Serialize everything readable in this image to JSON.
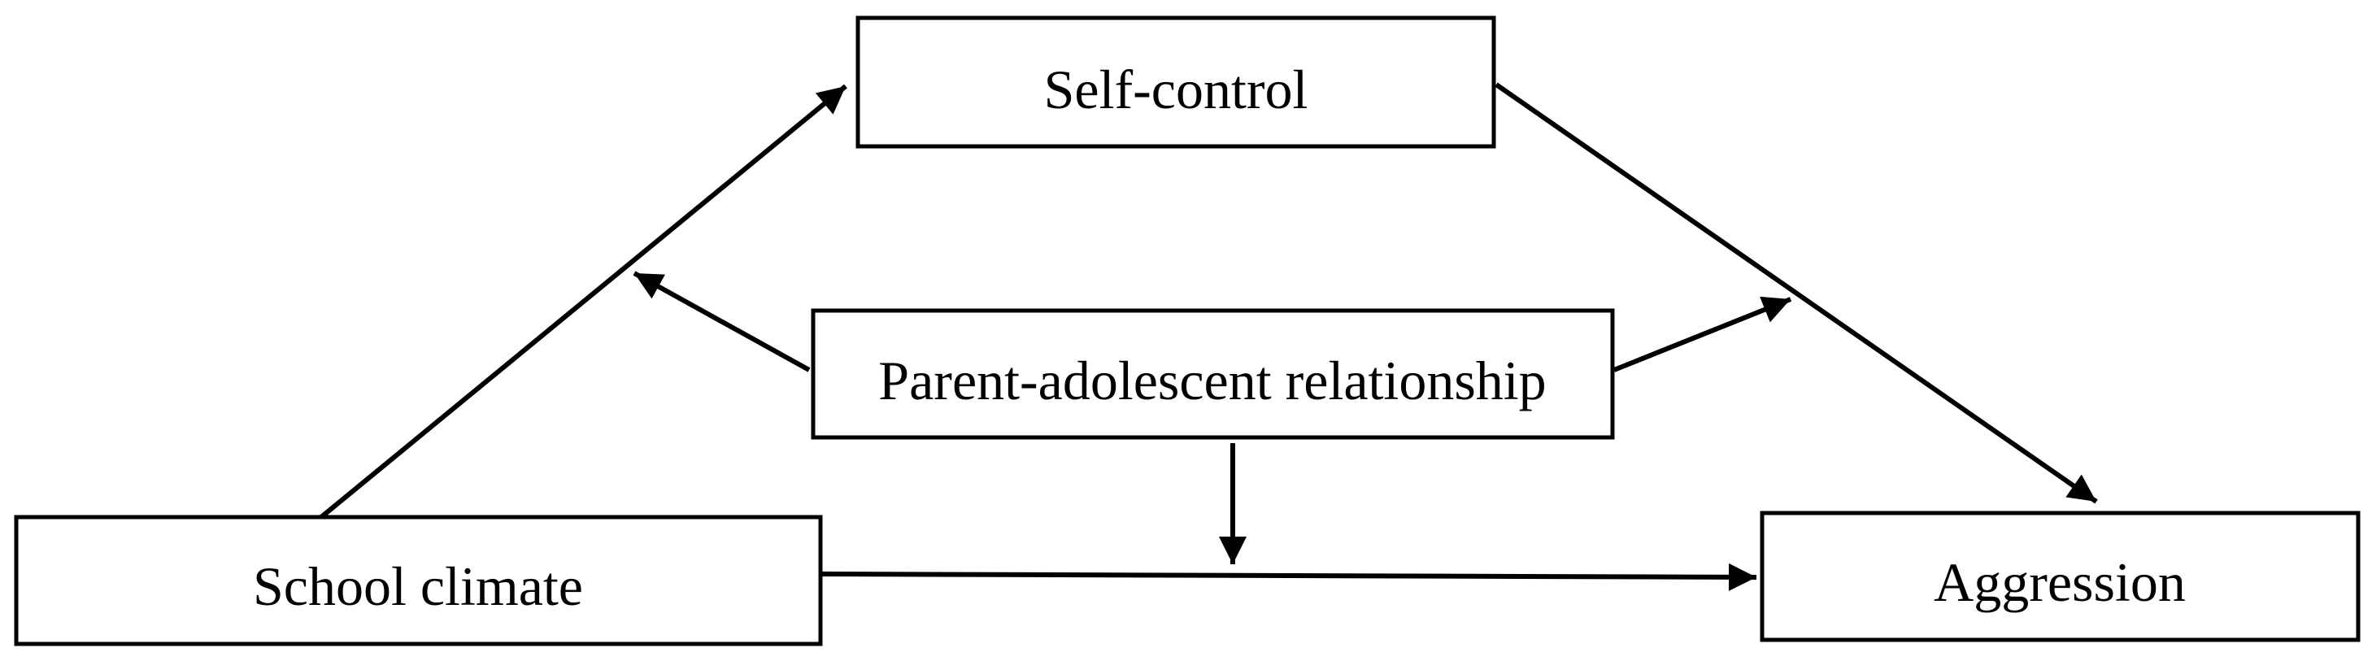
{
  "diagram": {
    "nodes": {
      "self_control": {
        "label": "Self-control"
      },
      "moderator": {
        "label": "Parent-adolescent relationship"
      },
      "school_climate": {
        "label": "School climate"
      },
      "aggression": {
        "label": "Aggression"
      }
    },
    "edges": [
      {
        "from": "School climate",
        "to": "Self-control"
      },
      {
        "from": "Self-control",
        "to": "Aggression"
      },
      {
        "from": "School climate",
        "to": "Aggression"
      },
      {
        "from": "Parent-adolescent relationship",
        "to": "path: School climate → Self-control"
      },
      {
        "from": "Parent-adolescent relationship",
        "to": "path: Self-control → Aggression"
      },
      {
        "from": "Parent-adolescent relationship",
        "to": "path: School climate → Aggression"
      }
    ],
    "colors": {
      "stroke": "#000000",
      "background": "#ffffff"
    }
  }
}
